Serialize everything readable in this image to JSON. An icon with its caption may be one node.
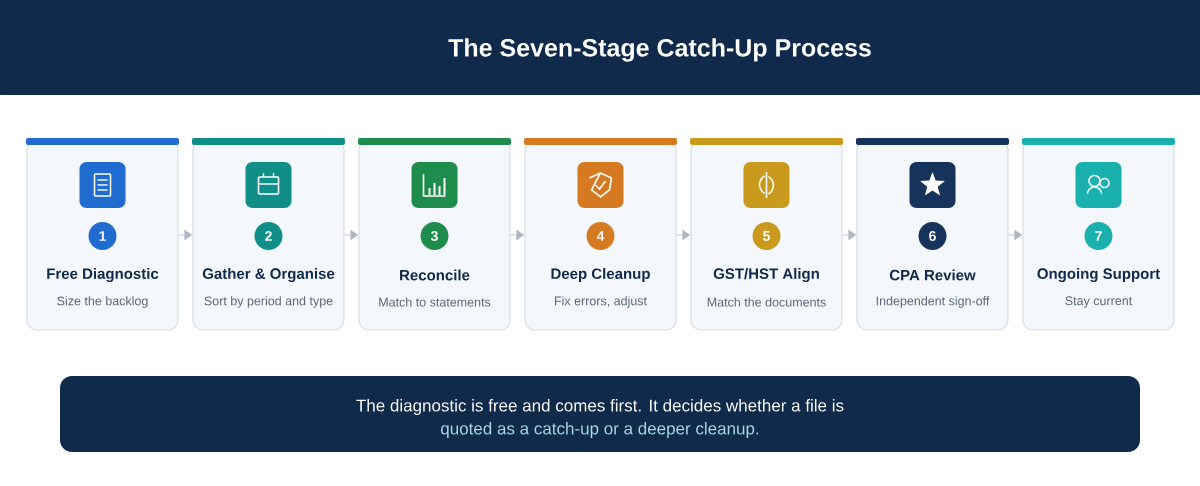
{
  "diagram": {
    "title": "The Seven-Stage Catch-Up Process",
    "nodes": [
      {
        "text": [
          "1",
          "Free Diagnostic",
          "Size the backlog"
        ]
      },
      {
        "text": [
          "2",
          "Gather & Organise",
          "Sort by period and type"
        ]
      },
      {
        "text": [
          "3",
          "Reconcile",
          "Match to statements"
        ]
      },
      {
        "text": [
          "4",
          "Deep Cleanup",
          "Fix errors, adjust"
        ]
      },
      {
        "text": [
          "5",
          "GST/HST Align",
          "Match the documents"
        ]
      },
      {
        "text": [
          "6",
          "CPA Review",
          "Independent sign-off"
        ]
      },
      {
        "text": [
          "7",
          "Ongoing Support",
          "Stay current"
        ]
      },
      {
        "text": [
          "The diagnostic is free and comes first. It decides whether a file is",
          "quoted as a catch-up or a deeper cleanup."
        ]
      }
    ],
    "edges": [
      {
        "from": 0,
        "to": 1,
        "arrow": "to"
      },
      {
        "from": 1,
        "to": 2,
        "arrow": "to"
      },
      {
        "from": 2,
        "to": 3,
        "arrow": "to"
      },
      {
        "from": 3,
        "to": 4,
        "arrow": "to"
      },
      {
        "from": 4,
        "to": 5,
        "arrow": "to"
      },
      {
        "from": 5,
        "to": 6,
        "arrow": "to"
      }
    ]
  }
}
